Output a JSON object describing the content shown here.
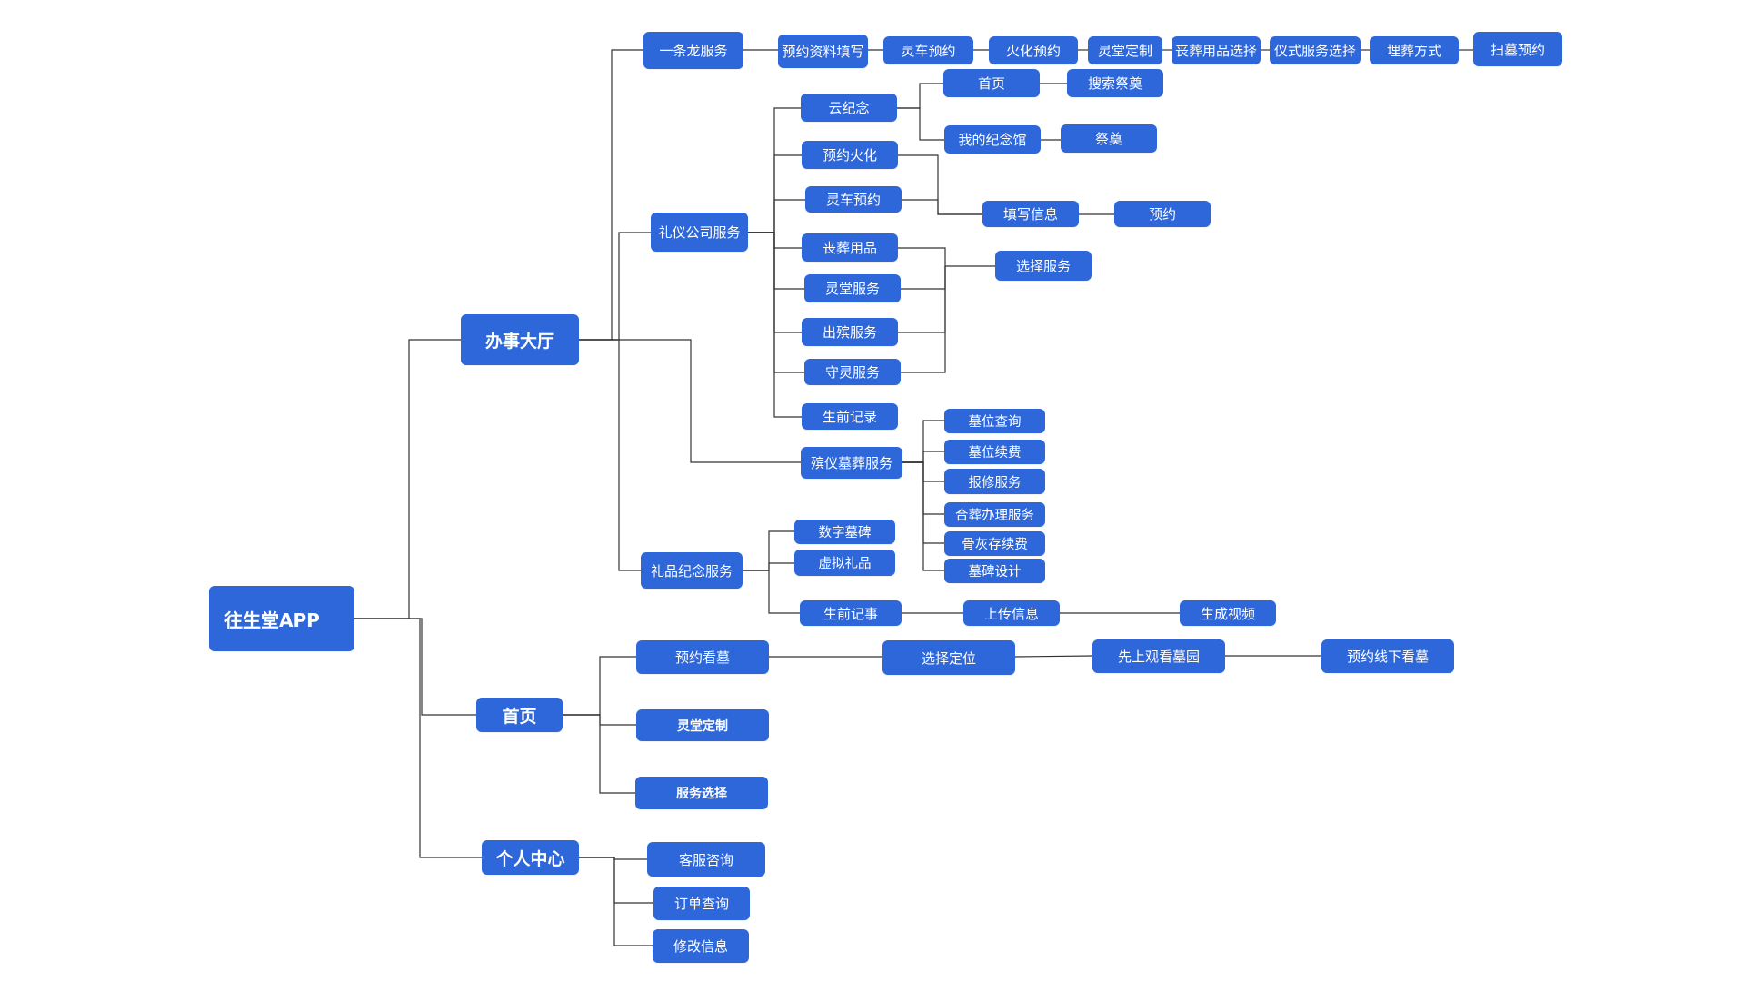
{
  "colors": {
    "node": "#2e67d9",
    "link": "#333333",
    "background": "#ffffff"
  },
  "nodes": {
    "root": "往生堂APP",
    "hall": "办事大厅",
    "home": "首页",
    "personal": "个人中心",
    "one_stop": "一条龙服务",
    "os_fill": "预约资料填写",
    "os_hearse": "灵车预约",
    "os_cremation": "火化预约",
    "os_hall": "灵堂定制",
    "os_supplies": "丧葬用品选择",
    "os_ceremony": "仪式服务选择",
    "os_burial": "埋葬方式",
    "os_tomb": "扫墓预约",
    "etiquette": "礼仪公司服务",
    "cloud": "云纪念",
    "cloud_home": "首页",
    "cloud_search": "搜索祭奠",
    "cloud_my": "我的纪念馆",
    "cloud_offer": "祭奠",
    "et_cremation": "预约火化",
    "et_hearse": "灵车预约",
    "et_fill": "填写信息",
    "et_reserve": "预约",
    "et_supplies": "丧葬用品",
    "et_hall": "灵堂服务",
    "et_funeral": "出殡服务",
    "et_vigil": "守灵服务",
    "et_select": "选择服务",
    "et_record": "生前记录",
    "cemetery": "殡仪墓葬服务",
    "cem_query": "墓位查询",
    "cem_renew": "墓位续费",
    "cem_repair": "报修服务",
    "cem_joint": "合葬办理服务",
    "cem_ash": "骨灰存续费",
    "cem_design": "墓碑设计",
    "gift": "礼品纪念服务",
    "gift_digital": "数字墓碑",
    "gift_virtual": "虚拟礼品",
    "gift_life": "生前记事",
    "gift_upload": "上传信息",
    "gift_video": "生成视频",
    "home_visit": "预约看墓",
    "home_locate": "选择定位",
    "home_view": "先上观看墓园",
    "home_offline": "预约线下看墓",
    "home_hall": "灵堂定制",
    "home_service": "服务选择",
    "pc_support": "客服咨询",
    "pc_orders": "订单查询",
    "pc_edit": "修改信息"
  }
}
